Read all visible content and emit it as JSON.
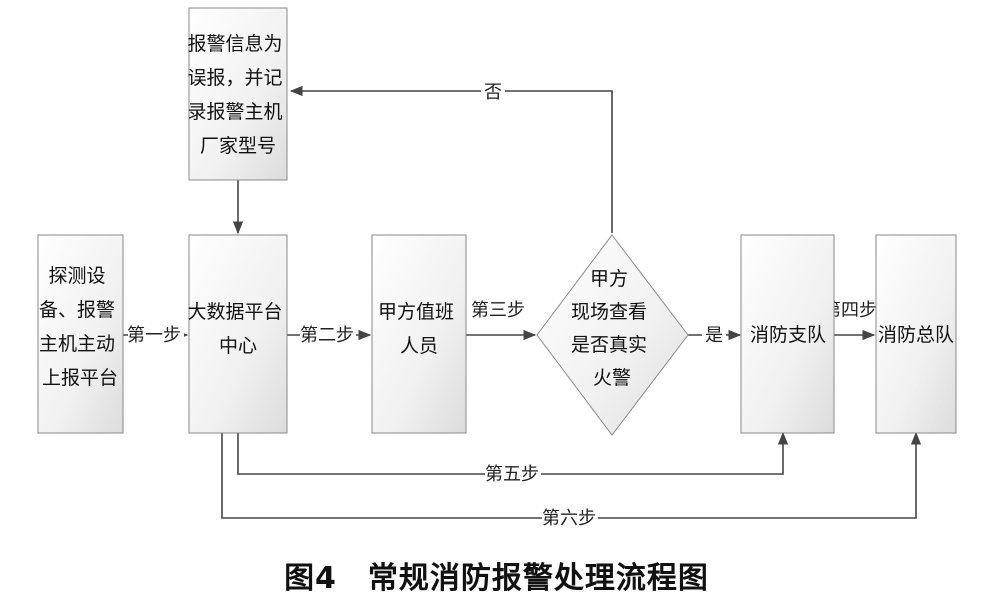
{
  "nodes": {
    "false_alarm": {
      "lines": [
        "报警信息为",
        "误报，并记",
        "录报警主机",
        "厂家型号"
      ]
    },
    "detector": {
      "lines": [
        "探测设",
        "备、报警",
        "主机主动",
        "上报平台"
      ]
    },
    "platform": {
      "lines": [
        "大数据平台",
        "中心"
      ]
    },
    "duty": {
      "lines": [
        "甲方值班",
        "人员"
      ]
    },
    "decision": {
      "lines": [
        "甲方",
        "现场查看",
        "是否真实",
        "火警"
      ]
    },
    "brigade": {
      "lines": [
        "消防支队"
      ]
    },
    "corps": {
      "lines": [
        "消防总队"
      ]
    }
  },
  "edges": {
    "step1": "第一步",
    "step2": "第二步",
    "step3": "第三步",
    "step4": "第四步",
    "step5": "第五步",
    "step6": "第六步",
    "yes": "是",
    "no": "否"
  },
  "caption": "图4　常规消防报警处理流程图",
  "colors": {
    "box_fill_top": "#ffffff",
    "box_fill_bottom": "#e0e0e0",
    "box_stroke": "#8a8a8a",
    "line": "#444444"
  }
}
